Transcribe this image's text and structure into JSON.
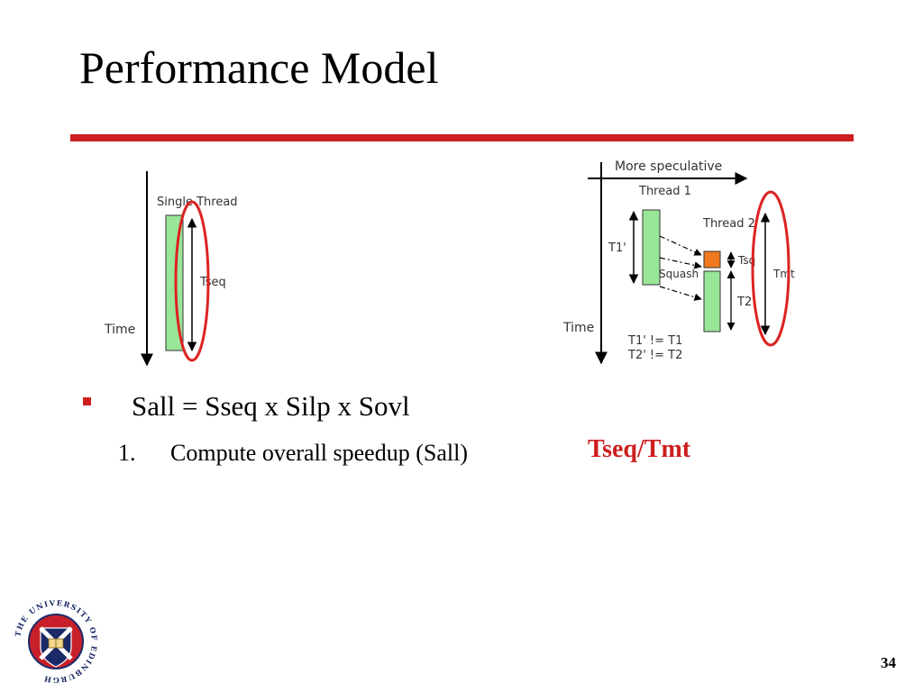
{
  "slide": {
    "title": "Performance Model",
    "bullet": "Sall = Sseq x Silp x Sovl",
    "sub_item_number": "1.",
    "sub_item_text": "Compute overall speedup (Sall)",
    "accent_text": "Tseq/Tmt",
    "page_number": "34",
    "accent_color": "#cc1f1f"
  },
  "diagram_left": {
    "time_label": "Time",
    "thread_label": "Single Thread",
    "duration_label": "Tseq"
  },
  "diagram_right": {
    "axis_label": "More speculative",
    "time_label": "Time",
    "thread1_label": "Thread 1",
    "thread2_label": "Thread 2",
    "t1_label": "T1'",
    "tsq_label": "Tsq",
    "squash_label": "Squash",
    "t2_label": "T2'",
    "tmt_label": "Tmt",
    "note_line1": "T1' != T1",
    "note_line2": "T2' != T2"
  },
  "logo": {
    "ring_text": "THE UNIVERSITY OF EDINBURGH",
    "icon": "university-crest-icon"
  }
}
